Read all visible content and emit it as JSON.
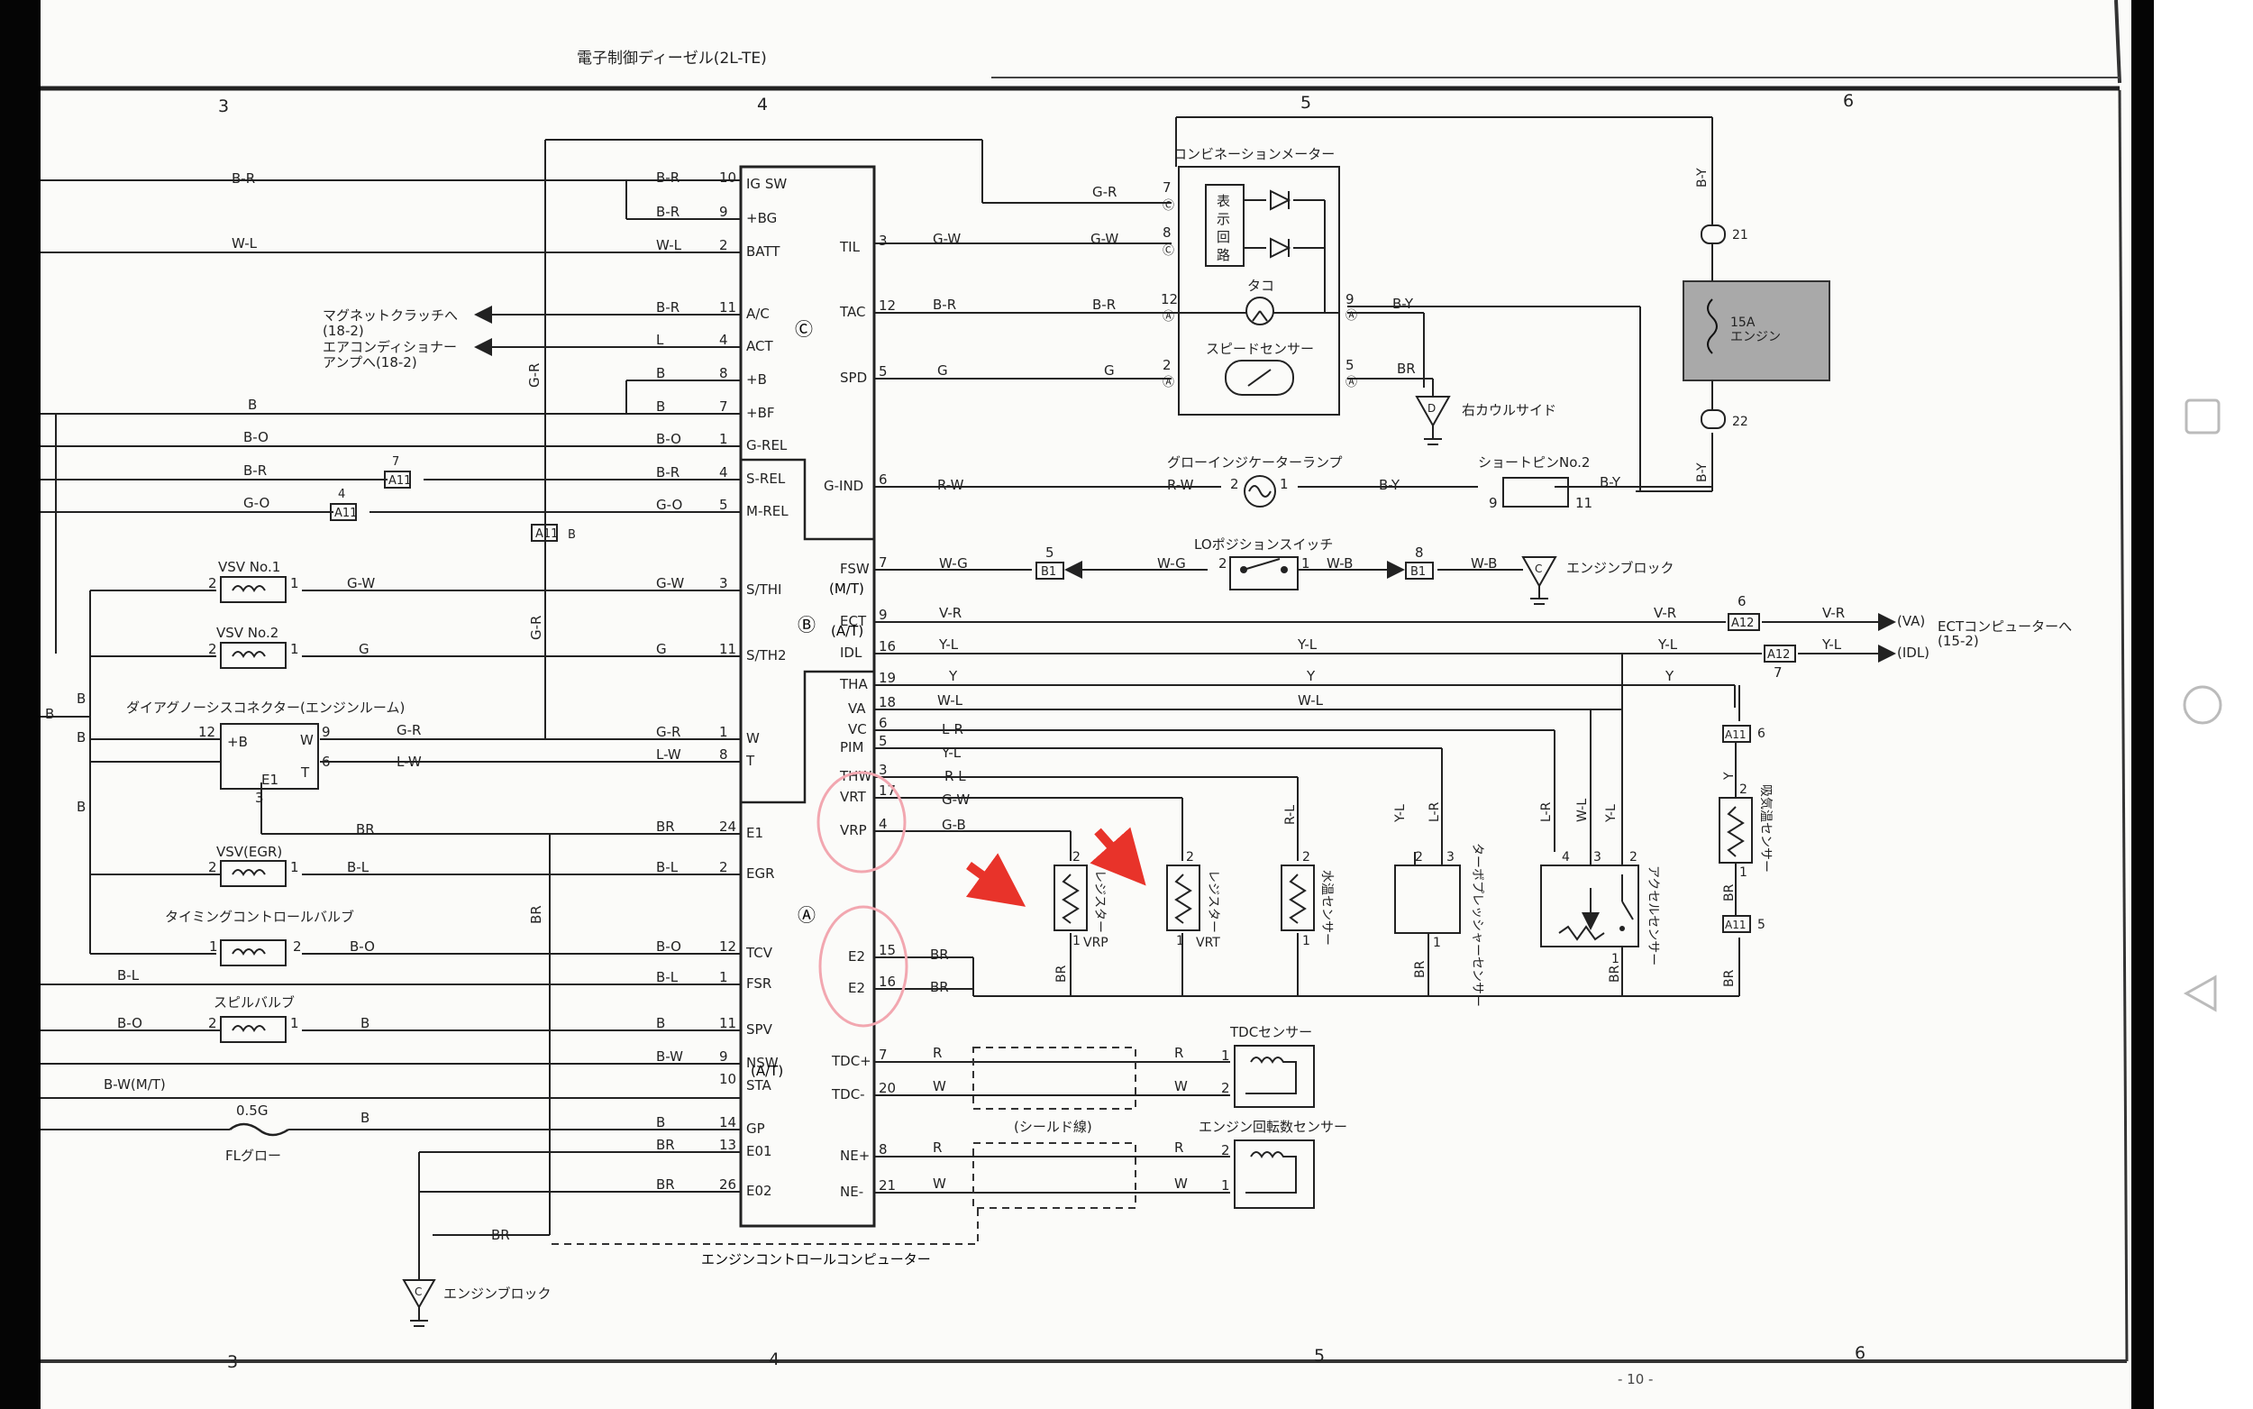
{
  "header": {
    "title": "電子制御ディーゼル(2L-TE)",
    "page_number": "- 10 -"
  },
  "grid": {
    "top": [
      "3",
      "4",
      "5",
      "6"
    ],
    "bottom": [
      "3",
      "4",
      "5",
      "6"
    ]
  },
  "ecu": {
    "label": "エンジンコントロールコンピューター",
    "connectors": [
      "Ⓒ",
      "Ⓑ",
      "Ⓐ"
    ],
    "left_pins": [
      {
        "pin": "10",
        "name": "IG SW",
        "wire": "B-R"
      },
      {
        "pin": "9",
        "name": "+BG",
        "wire": "B-R"
      },
      {
        "pin": "2",
        "name": "BATT",
        "wire": "W-L"
      },
      {
        "pin": "11",
        "name": "A/C",
        "wire": "B-R"
      },
      {
        "pin": "4",
        "name": "ACT",
        "wire": "L"
      },
      {
        "pin": "8",
        "name": "+B",
        "wire": "B"
      },
      {
        "pin": "7",
        "name": "+BF",
        "wire": "B"
      },
      {
        "pin": "1",
        "name": "G-REL",
        "wire": "B-O"
      },
      {
        "pin": "4",
        "name": "S-REL",
        "wire": "B-R"
      },
      {
        "pin": "5",
        "name": "M-REL",
        "wire": "G-O"
      },
      {
        "pin": "3",
        "name": "S/THI",
        "wire": "G-W"
      },
      {
        "pin": "11",
        "name": "S/TH2",
        "wire": "G"
      },
      {
        "pin": "1",
        "name": "W",
        "wire": "G-R"
      },
      {
        "pin": "8",
        "name": "T",
        "wire": "L-W"
      },
      {
        "pin": "24",
        "name": "E1",
        "wire": "BR"
      },
      {
        "pin": "2",
        "name": "EGR",
        "wire": "B-L"
      },
      {
        "pin": "12",
        "name": "TCV",
        "wire": "B-O"
      },
      {
        "pin": "1",
        "name": "FSR",
        "wire": "B-L"
      },
      {
        "pin": "11",
        "name": "SPV",
        "wire": "B"
      },
      {
        "pin": "9",
        "name": "NSW",
        "wire": "B-W"
      },
      {
        "pin": "10",
        "name": "STA",
        "wire": ""
      },
      {
        "pin": "14",
        "name": "GP",
        "wire": "B"
      },
      {
        "pin": "13",
        "name": "E01",
        "wire": "BR"
      },
      {
        "pin": "26",
        "name": "E02",
        "wire": "BR"
      }
    ],
    "nsw_sub": "(A/T)",
    "right_pins": [
      {
        "name": "TIL",
        "pin": "3",
        "wire": "G-W"
      },
      {
        "name": "TAC",
        "pin": "12",
        "wire": "B-R"
      },
      {
        "name": "SPD",
        "pin": "5",
        "wire": "G"
      },
      {
        "name": "G-IND",
        "pin": "6",
        "wire": "R-W"
      },
      {
        "name": "FSW",
        "pin": "7",
        "wire": "W-G"
      },
      {
        "name": "ECT",
        "pin": "9",
        "wire": "V-R"
      },
      {
        "name": "IDL",
        "pin": "16",
        "wire": "Y-L"
      },
      {
        "name": "THA",
        "pin": "19",
        "wire": "Y"
      },
      {
        "name": "VA",
        "pin": "18",
        "wire": "W-L"
      },
      {
        "name": "VC",
        "pin": "6",
        "wire": "L-R"
      },
      {
        "name": "PIM",
        "pin": "5",
        "wire": "Y-L"
      },
      {
        "name": "THW",
        "pin": "3",
        "wire": "R-L"
      },
      {
        "name": "VRT",
        "pin": "17",
        "wire": "G-W"
      },
      {
        "name": "VRP",
        "pin": "4",
        "wire": "G-B"
      },
      {
        "name": "E2",
        "pin": "15",
        "wire": "BR"
      },
      {
        "name": "E2",
        "pin": "16",
        "wire": "BR"
      },
      {
        "name": "TDC+",
        "pin": "7",
        "wire": "R"
      },
      {
        "name": "TDC-",
        "pin": "20",
        "wire": "W"
      },
      {
        "name": "NE+",
        "pin": "8",
        "wire": "R"
      },
      {
        "name": "NE-",
        "pin": "21",
        "wire": "W"
      }
    ],
    "fsw_sub": "(M/T)",
    "ect_sub": "(A/T)"
  },
  "left_side": {
    "wires": [
      "B-R",
      "W-L",
      "B",
      "B-O",
      "B-R",
      "G-O",
      "B-L",
      "B-O",
      "B-W(M/T)",
      "B"
    ],
    "magnet_clutch": [
      "マグネットクラッチへ",
      "(18-2)"
    ],
    "ac_amp": [
      "エアコンディショナー",
      "アンプへ(18-2)"
    ],
    "connector_a11": "A11",
    "a11_pins": [
      "7",
      "4"
    ],
    "a11_vertical_pin": "B",
    "vertical_wire": "G-R",
    "vsv1": {
      "label": "VSV No.1",
      "pins": [
        "2",
        "1"
      ],
      "wire": "G-W"
    },
    "vsv2": {
      "label": "VSV No.2",
      "pins": [
        "2",
        "1"
      ],
      "wire": "G"
    },
    "diag": {
      "label": "ダイアグノーシスコネクター(エンジンルーム)",
      "pins": [
        "12",
        "9",
        "6",
        "3"
      ],
      "inner": [
        "+B",
        "W",
        "T",
        "E1"
      ],
      "wires": [
        "G-R",
        "L-W"
      ]
    },
    "vsv_egr": {
      "label": "VSV(EGR)",
      "pins": [
        "2",
        "1"
      ],
      "wire": "B-L"
    },
    "tcv": {
      "label": "タイミングコントロールバルブ",
      "pins": [
        "1",
        "2"
      ],
      "wire": "B-O"
    },
    "spill": {
      "label": "スピルバルブ",
      "pins": [
        "2",
        "1"
      ],
      "wire": "B"
    },
    "fuse": {
      "rating": "0.5G",
      "label": "FLグロー"
    },
    "br_labels": [
      "BR",
      "BR",
      "BR"
    ],
    "ground": {
      "tag": "C",
      "label": "エンジンブロック"
    },
    "left_b_labels": [
      "B",
      "B",
      "B",
      "B"
    ]
  },
  "top_right": {
    "meter": {
      "label": "コンビネーションメーター",
      "display": [
        "表",
        "示",
        "回",
        "路"
      ],
      "tacho": "タコ",
      "speed_sensor": "スピードセンサー",
      "pins_left": [
        "7",
        "8",
        "12",
        "2"
      ],
      "conn_left": [
        "Ⓒ",
        "Ⓒ",
        "Ⓐ",
        "Ⓐ"
      ],
      "pins_right": [
        "9",
        "5"
      ],
      "conn_right": [
        "Ⓐ",
        "Ⓐ"
      ]
    },
    "wire_gr": "G-R",
    "right_wires": [
      "B-Y",
      "BR"
    ],
    "cowl_ground": {
      "tag": "D",
      "label": "右カウルサイド"
    },
    "fuse_box": {
      "rating": "15A",
      "name": "エンジン"
    },
    "fuse_conns": [
      "21",
      "22"
    ],
    "by_wire": "B-Y"
  },
  "mid_right": {
    "glow_lamp": {
      "label": "グローインジケーターランプ",
      "pins": [
        "2",
        "1"
      ],
      "wires": [
        "R-W",
        "B-Y"
      ]
    },
    "short_pin": {
      "label": "ショートピンNo.2",
      "pins": [
        "9",
        "11"
      ],
      "wire": "B-Y"
    },
    "lo_switch": {
      "label": "LOポジションスイッチ",
      "pins": [
        "2",
        "1"
      ],
      "wires": [
        "W-G",
        "W-B"
      ]
    },
    "b1": "B1",
    "b1_pins": [
      "5",
      "8"
    ],
    "w_b": "W-B",
    "engine_block": {
      "tag": "C",
      "label": "エンジンブロック"
    },
    "a12": "A12",
    "a12_pins": [
      "6",
      "7"
    ],
    "ect": {
      "va": "(VA)",
      "idl": "(IDL)",
      "label": "ECTコンピューターへ",
      "ref": "(15-2)",
      "wires": [
        "V-R",
        "Y-L"
      ]
    }
  },
  "sensors": {
    "resistor_vrp": {
      "name": "レジスター",
      "code": "VRP",
      "pins": [
        "2",
        "1"
      ],
      "wire": "BR"
    },
    "resistor_vrt": {
      "name": "レジスター",
      "code": "VRT",
      "pins": [
        "2",
        "1"
      ]
    },
    "water_temp": {
      "name": "水温センサー",
      "pins": [
        "2",
        "1"
      ],
      "wires": [
        "R-L"
      ]
    },
    "turbo": {
      "name": "ターボプレッシャーセンサー",
      "pins": [
        "2",
        "3",
        "1"
      ],
      "wires": [
        "Y-L",
        "L-R",
        "BR"
      ]
    },
    "accel": {
      "name": "アクセルセンサー",
      "pins": [
        "4",
        "3",
        "2",
        "1"
      ],
      "wires": [
        "L-R",
        "W-L",
        "Y-L",
        "BR"
      ]
    },
    "intake_temp": {
      "name": "吸気温センサー",
      "pins": [
        "2",
        "1"
      ],
      "wires": [
        "Y",
        "BR"
      ],
      "connector": "A11",
      "conn_pins": [
        "6",
        "5"
      ]
    },
    "y_wire": "Y",
    "wl_wire": "W-L"
  },
  "bottom": {
    "tdc": {
      "label": "TDCセンサー",
      "pins": [
        "1",
        "2"
      ],
      "wires": [
        "R",
        "W"
      ]
    },
    "shield": "(シールド線)",
    "ne": {
      "label": "エンジン回転数センサー",
      "pins": [
        "2",
        "1"
      ],
      "wires": [
        "R",
        "W"
      ]
    }
  },
  "annotations": {
    "arrow_color": "#e8332a",
    "circle_color": "#f2a7b0"
  }
}
